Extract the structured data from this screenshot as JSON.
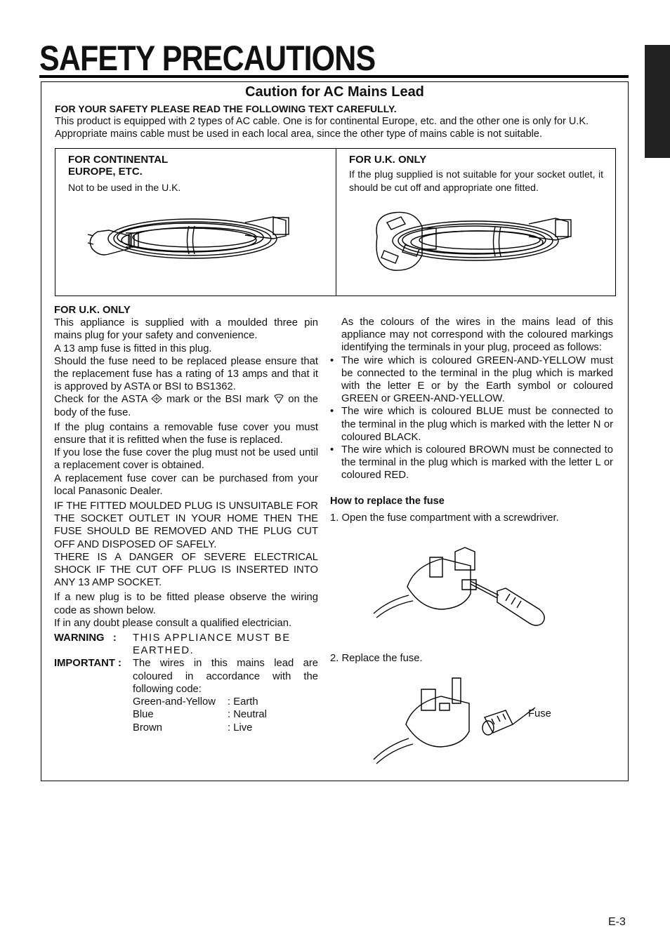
{
  "page": {
    "title": "SAFETY PRECAUTIONS",
    "page_number": "E-3"
  },
  "caution": {
    "title": "Caution for AC Mains Lead",
    "read_line": "FOR YOUR SAFETY PLEASE READ THE FOLLOWING TEXT CAREFULLY.",
    "intro": "This product is equipped with 2 types of AC cable. One is for continental Europe, etc. and the other one is only for U.K. Appropriate mains cable must be used in each local area, since the other type of mains cable is not suitable."
  },
  "cables": {
    "europe_head_1": "FOR CONTINENTAL",
    "europe_head_2": "EUROPE, ETC.",
    "europe_note": "Not to be used in the U.K.",
    "uk_head": "FOR U.K. ONLY",
    "uk_note": "If the plug supplied is not suitable for your socket outlet, it should be cut off and appropriate one fitted."
  },
  "left": {
    "heading": "FOR U.K. ONLY",
    "p1": "This appliance is supplied with a moulded three pin mains plug for your safety and convenience.",
    "p2": "A 13 amp fuse is fitted in this plug.",
    "p3": "Should the fuse need to be replaced please ensure that the replacement fuse has a rating of 13 amps and that it is approved by ASTA or BSI to BS1362.",
    "p4a": "Check for the ASTA",
    "p4b": "mark or the BSI mark",
    "p4c": "on the body of the fuse.",
    "p5": "If the plug contains a removable fuse cover you must ensure that it is refitted when the fuse is replaced.",
    "p6": "If you lose the fuse cover the plug must not be used until a replacement cover is obtained.",
    "p7": "A replacement fuse cover can be purchased from your local Panasonic Dealer.",
    "p8": "IF THE FITTED MOULDED PLUG IS UNSUITABLE FOR THE SOCKET OUTLET IN YOUR HOME THEN THE FUSE SHOULD BE REMOVED AND THE PLUG CUT OFF AND DISPOSED OF SAFELY.",
    "p9": "THERE IS A DANGER OF SEVERE ELECTRICAL SHOCK IF THE CUT OFF PLUG IS INSERTED INTO ANY 13 AMP SOCKET.",
    "p10": "If a new plug is to be fitted please observe the wiring code as shown below.",
    "p11": "If in any doubt please consult a qualified electrician.",
    "warning_label": "WARNING   :",
    "warning_text": "THIS APPLIANCE MUST BE EARTHED.",
    "important_label": "IMPORTANT :",
    "important_text": "The wires in this mains lead are coloured in accordance with the following code:",
    "codes": [
      {
        "color": "Green-and-Yellow",
        "meaning": ": Earth"
      },
      {
        "color": "Blue",
        "meaning": ": Neutral"
      },
      {
        "color": "Brown",
        "meaning": ": Live"
      }
    ]
  },
  "right": {
    "intro": "As the colours of the wires in the mains lead of this appliance may not correspond with the coloured markings identifying the terminals in your plug, proceed as follows:",
    "bullets": [
      "The wire which is coloured GREEN-AND-YELLOW must be connected to the terminal in the plug which is marked with the letter E or by the Earth symbol or coloured GREEN or GREEN-AND-YELLOW.",
      "The wire which is coloured BLUE must be connected to the terminal in the plug which is marked with the letter N or coloured BLACK.",
      "The wire which is coloured BROWN must be connected to the terminal in the plug which is marked with the letter L or coloured RED."
    ],
    "fuse_heading": "How to replace the fuse",
    "step1": "1. Open the fuse compartment with a screwdriver.",
    "step2": "2. Replace the fuse.",
    "fuse_label": "Fuse"
  }
}
